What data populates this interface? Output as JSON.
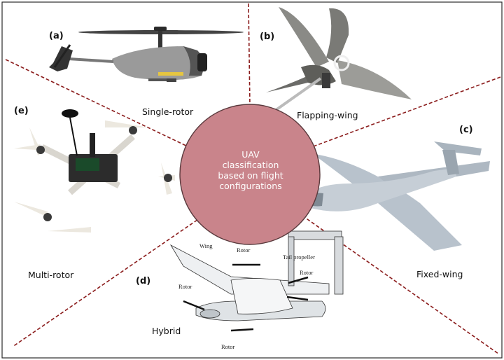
{
  "center": {
    "lines": [
      "UAV",
      "classification",
      "based on flight",
      "configurations"
    ]
  },
  "panels": [
    {
      "letter": "(a)",
      "label": "Single-rotor"
    },
    {
      "letter": "(b)",
      "label": "Flapping-wing"
    },
    {
      "letter": "(c)",
      "label": "Fixed-wing"
    },
    {
      "letter": "(d)",
      "label": "Hybrid"
    },
    {
      "letter": "(e)",
      "label": "Multi-rotor"
    }
  ],
  "hybrid_tags": [
    "Wing",
    "Rotor",
    "Tail propeller",
    "Rotor",
    "Rotor",
    "Rotor"
  ],
  "colors": {
    "divider": "#8b1c1c",
    "circle_fill": "#c9848b",
    "circle_stroke": "#5a3a3d",
    "frame": "#2b2b2b"
  }
}
